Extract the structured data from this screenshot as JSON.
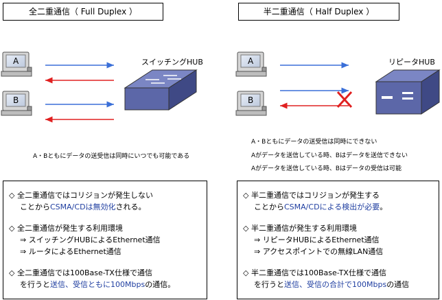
{
  "left": {
    "title": "全二重通信（ Full Duplex ）",
    "hub_label": "スイッチングHUB",
    "pc_a": "A",
    "pc_b": "B",
    "caption": "A・Bともにデータの送受信は同時にいつでも可能である",
    "notes": {
      "n1_l1": "◇  全二重通信ではコリジョンが発生しない",
      "n1_l2a": "ことから",
      "n1_l2b": "CSMA/CDは無効化",
      "n1_l2c": "される。",
      "n2_l1": "◇  全二重通信が発生する利用環境",
      "n2_l2": "⇒  スイッチングHUBによるEthernet通信",
      "n2_l3": "⇒  ルータによるEthernet通信",
      "n3_l1": "◇  全二重通信では100Base-TX仕様で通信",
      "n3_l2a": "を行うと",
      "n3_l2b": "送信、受信ともに100Mbps",
      "n3_l2c": "の通信。"
    }
  },
  "right": {
    "title": "半二重通信（ Half Duplex ）",
    "hub_label": "リピータHUB",
    "pc_a": "A",
    "pc_b": "B",
    "caption_1": "A・Bともにデータの送受信は同時にできない",
    "caption_2": "Aがデータを送信している時、Bはデータを送信できない",
    "caption_3": "Aがデータを送信している時、Bはデータの受信は可能",
    "notes": {
      "n1_l1": "◇  半二重通信ではコリジョンが発生する",
      "n1_l2a": "ことから",
      "n1_l2b": "CSMA/CDによる検出が必要",
      "n1_l2c": "。",
      "n2_l1": "◇  半二重通信が発生する利用環境",
      "n2_l2": "⇒  リピータHUBによるEthernet通信",
      "n2_l3": "⇒  アクセスポイントでの無線LAN通信",
      "n3_l1": "◇  半二重通信では100Base-TX仕様で通信",
      "n3_l2a": "を行うと",
      "n3_l2b": "送信、受信の合計で100Mbps",
      "n3_l2c": "の通信"
    }
  },
  "colors": {
    "arrow_blue": "#3a6fd8",
    "arrow_red": "#e02020",
    "cross": "#e02020",
    "hub": "#5c67a8"
  }
}
